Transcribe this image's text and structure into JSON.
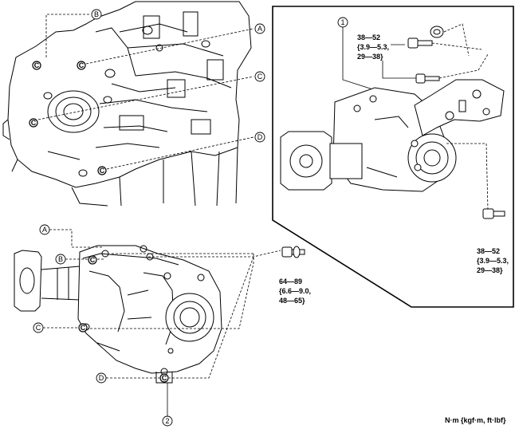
{
  "callouts": {
    "A": "A",
    "B": "B",
    "C": "C",
    "D": "D"
  },
  "item_numbers": {
    "one": "1",
    "two": "2"
  },
  "torque_specs": {
    "inset_upper": [
      "38—52",
      "{3.9—5.3,",
      "29—38}"
    ],
    "inset_right": [
      "38—52",
      "{3.9—5.3,",
      "29—38}"
    ],
    "lower_bolt": [
      "64—89",
      "{6.6—9.0,",
      "48—65}"
    ]
  },
  "units_label": "N·m {kgf·m, ft·lbf}",
  "bolt_marker": "C"
}
